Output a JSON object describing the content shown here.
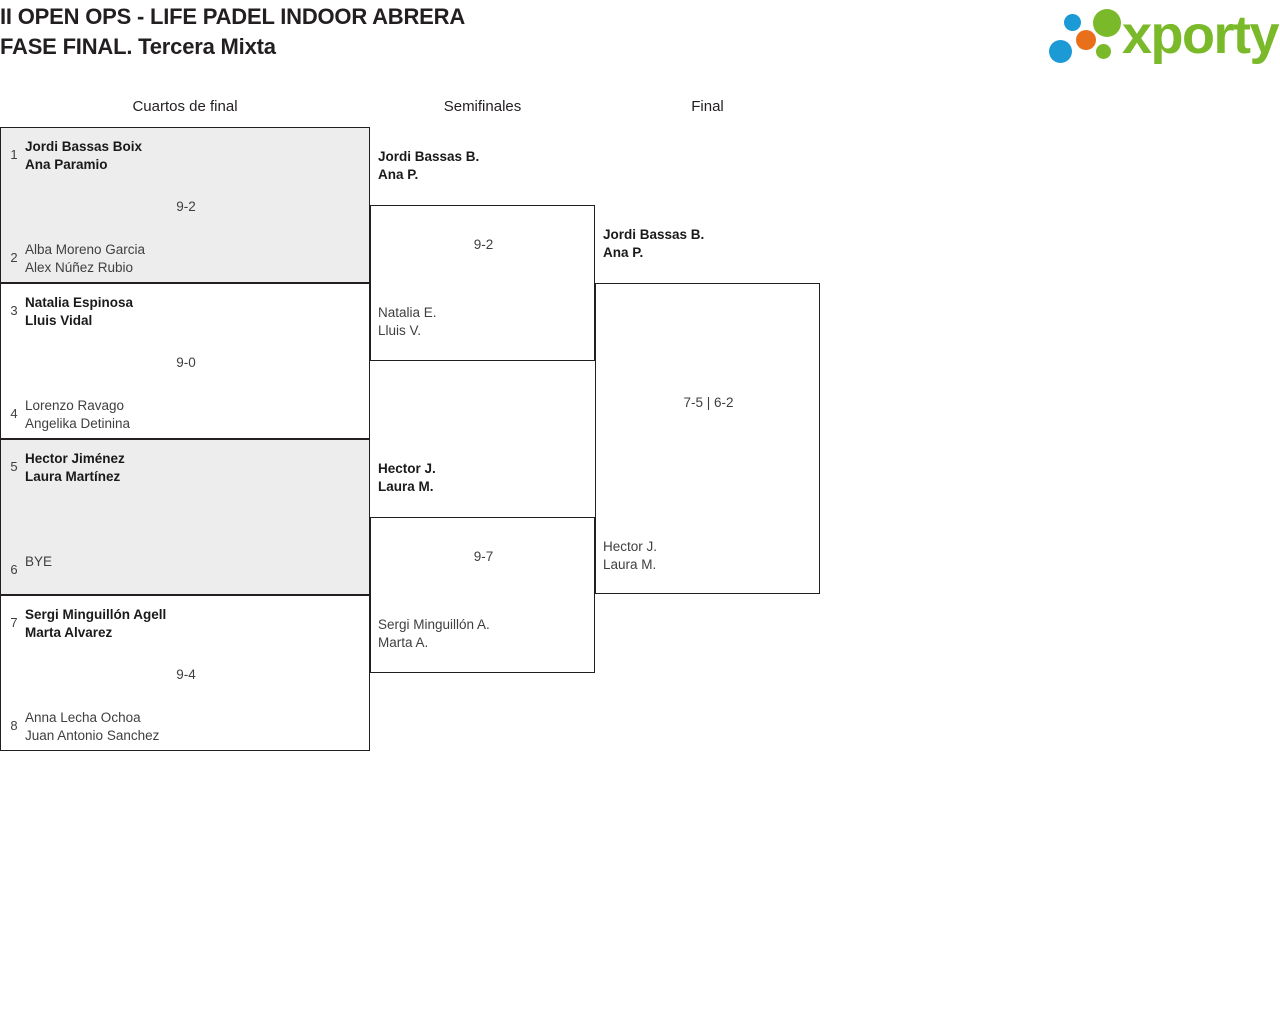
{
  "header": {
    "title_line_1": "II OPEN OPS - LIFE PADEL INDOOR ABRERA",
    "title_line_2": "FASE FINAL. Tercera Mixta",
    "logo_text": "xporty",
    "logo_colors": {
      "blue": "#1b9ad6",
      "orange": "#e8701a",
      "green": "#7ab929"
    }
  },
  "rounds": {
    "quarterfinals_label": "Cuartos de final",
    "semifinals_label": "Semifinales",
    "final_label": "Final"
  },
  "bracket": {
    "quarterfinals": [
      {
        "shaded": true,
        "score": "9-2",
        "top": {
          "seed": "1",
          "player1": "Jordi Bassas Boix",
          "player2": "Ana Paramio",
          "winner": true
        },
        "bottom": {
          "seed": "2",
          "player1": "Alba Moreno Garcia",
          "player2": "Alex Núñez Rubio",
          "winner": false
        }
      },
      {
        "shaded": false,
        "score": "9-0",
        "top": {
          "seed": "3",
          "player1": "Natalia Espinosa",
          "player2": "Lluis Vidal",
          "winner": true
        },
        "bottom": {
          "seed": "4",
          "player1": "Lorenzo Ravago",
          "player2": "Angelika Detinina",
          "winner": false
        }
      },
      {
        "shaded": true,
        "score": "",
        "top": {
          "seed": "5",
          "player1": "Hector Jiménez",
          "player2": "Laura Martínez",
          "winner": true
        },
        "bottom": {
          "seed": "6",
          "player1": "BYE",
          "player2": "",
          "winner": false
        }
      },
      {
        "shaded": false,
        "score": "9-4",
        "top": {
          "seed": "7",
          "player1": "Sergi Minguillón Agell",
          "player2": "Marta Alvarez",
          "winner": true
        },
        "bottom": {
          "seed": "8",
          "player1": "Anna Lecha Ochoa",
          "player2": "Juan Antonio Sanchez",
          "winner": false
        }
      }
    ],
    "semifinals": [
      {
        "score": "9-2",
        "top": {
          "player1": "Jordi Bassas B.",
          "player2": "Ana P.",
          "winner": true
        },
        "bottom": {
          "player1": "Natalia E.",
          "player2": "Lluis V.",
          "winner": false
        }
      },
      {
        "score": "9-7",
        "top": {
          "player1": "Hector J.",
          "player2": "Laura M.",
          "winner": true
        },
        "bottom": {
          "player1": "Sergi Minguillón A.",
          "player2": "Marta A.",
          "winner": false
        }
      }
    ],
    "final": {
      "score": "7-5 | 6-2",
      "top": {
        "player1": "Jordi Bassas B.",
        "player2": "Ana P.",
        "winner": true
      },
      "bottom": {
        "player1": "Hector J.",
        "player2": "Laura M.",
        "winner": false
      }
    }
  }
}
